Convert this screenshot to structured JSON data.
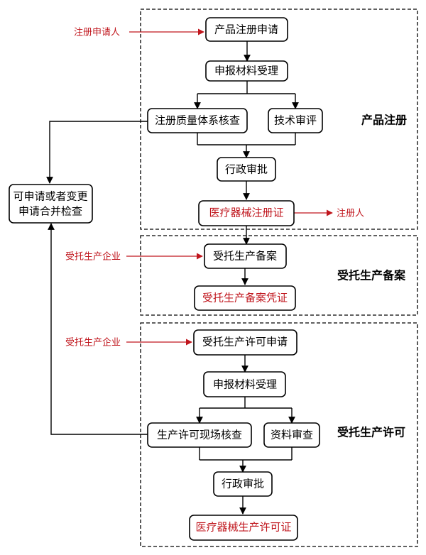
{
  "colors": {
    "accent_red": "#c0161d",
    "line_black": "#000000",
    "background": "#ffffff"
  },
  "sections": {
    "registration": {
      "title": "产品注册"
    },
    "filing": {
      "title": "受托生产备案"
    },
    "license": {
      "title": "受托生产许可"
    }
  },
  "registration": {
    "applicant_label": "注册申请人",
    "apply": "产品注册申请",
    "accept": "申报材料受理",
    "qms_check": "注册质量体系核查",
    "tech_review": "技术审评",
    "admin_approval": "行政审批",
    "certificate": "医疗器械注册证",
    "registrant_label": "注册人"
  },
  "filing": {
    "enterprise_label": "受托生产企业",
    "filing_node": "受托生产备案",
    "voucher": "受托生产备案凭证"
  },
  "license": {
    "enterprise_label": "受托生产企业",
    "apply": "受托生产许可申请",
    "accept": "申报材料受理",
    "site_check": "生产许可现场核查",
    "doc_review": "资料审查",
    "admin_approval": "行政审批",
    "certificate": "医疗器械生产许可证"
  },
  "side": {
    "merge_check_line1": "可申请或者变更",
    "merge_check_line2": "申请合并检查"
  }
}
